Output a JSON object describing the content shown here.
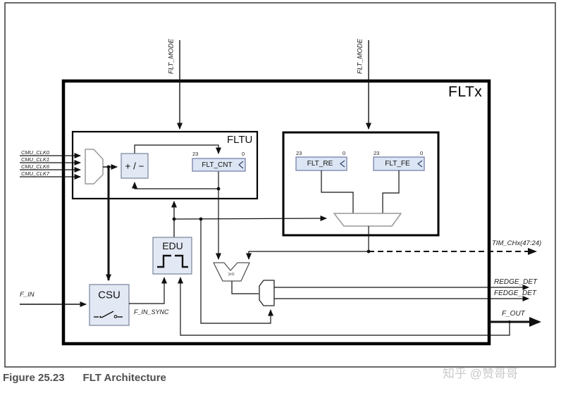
{
  "figure": {
    "caption_label": "Figure 25.23",
    "caption_title": "FLT Architecture",
    "watermark": "知乎 @赞哥哥"
  },
  "diagram": {
    "title": "FLTx",
    "inputs": {
      "flt_mode": "FLT_MODE",
      "f_in": "F_IN",
      "cmu_clocks": [
        "CMU_CLK0",
        "CMU_CLK1",
        "CMU_CLK6",
        "CMU_CLK7"
      ]
    },
    "fltu": {
      "label": "FLTU",
      "counter_label": "+ / −",
      "register": {
        "name": "FLT_CNT",
        "msb": "23",
        "lsb": "0"
      }
    },
    "edge_block": {
      "re_register": {
        "name": "FLT_RE",
        "msb": "23",
        "lsb": "0"
      },
      "fe_register": {
        "name": "FLT_FE",
        "msb": "23",
        "lsb": "0"
      }
    },
    "edu": {
      "label": "EDU"
    },
    "csu": {
      "label": "CSU"
    },
    "comparator_label": ">=",
    "signals": {
      "f_in_sync": "F_IN_SYNC"
    },
    "outputs": {
      "tim_chx": "TIM_CHx(47:24)",
      "redge": "REDGE_DET",
      "fedge": "FEDGE_DET",
      "f_out": "F_OUT"
    },
    "colors": {
      "block_fill": "#e3e9f4",
      "register_fill": "#dce5f3",
      "line": "#111111"
    }
  }
}
